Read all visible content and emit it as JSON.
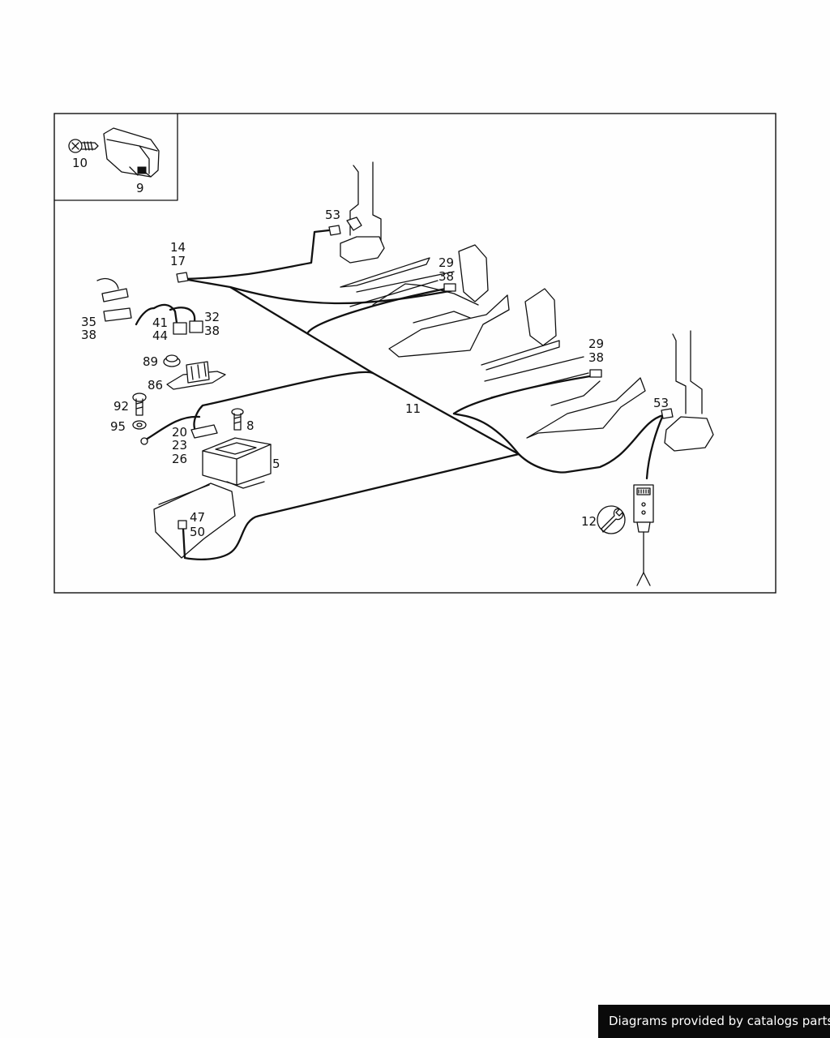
{
  "diagram": {
    "inset_labels": {
      "screw": "10",
      "module": "9"
    },
    "callouts": {
      "c53_left": "53",
      "c14": "14",
      "c17": "17",
      "c29_left": "29",
      "c38_left_buckle": "38",
      "c35": "35",
      "c38_35": "38",
      "c41": "41",
      "c44": "44",
      "c32": "32",
      "c38_32": "38",
      "c89": "89",
      "c86": "86",
      "c92": "92",
      "c95": "95",
      "c20": "20",
      "c23": "23",
      "c26": "26",
      "c8": "8",
      "c5": "5",
      "c47": "47",
      "c50": "50",
      "c11": "11",
      "c29_right": "29",
      "c38_right_buckle": "38",
      "c53_right": "53",
      "c12": "12"
    },
    "icons": {
      "tool": "wrench-icon"
    }
  },
  "footer": {
    "text": "Diagrams provided by catalogs parts"
  }
}
